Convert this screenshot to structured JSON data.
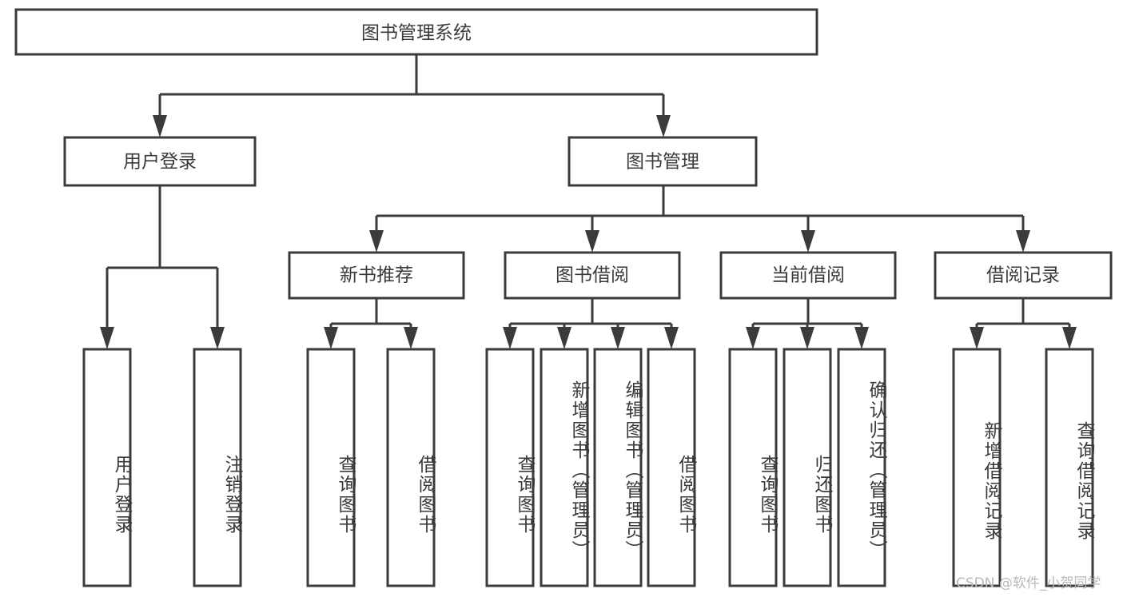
{
  "diagram": {
    "title": "图书管理系统",
    "type": "hierarchy-tree",
    "orientation": "top-down",
    "colors": {
      "box_stroke": "#3b3b3b",
      "box_fill": "#ffffff",
      "line": "#3b3b3b",
      "text": "#3a3a3a",
      "watermark": "#b9b9b9",
      "background": "#ffffff"
    },
    "levels": [
      {
        "level": 1,
        "nodes": [
          {
            "id": "root",
            "label": "图书管理系统",
            "text_direction": "horizontal"
          }
        ]
      },
      {
        "level": 2,
        "nodes": [
          {
            "id": "user-login",
            "label": "用户登录",
            "text_direction": "horizontal",
            "parent": "root"
          },
          {
            "id": "book-manage",
            "label": "图书管理",
            "text_direction": "horizontal",
            "parent": "root"
          }
        ]
      },
      {
        "level": 3,
        "nodes": [
          {
            "id": "new-book-rec",
            "label": "新书推荐",
            "text_direction": "horizontal",
            "parent": "book-manage"
          },
          {
            "id": "book-borrow",
            "label": "图书借阅",
            "text_direction": "horizontal",
            "parent": "book-manage"
          },
          {
            "id": "current-borrow",
            "label": "当前借阅",
            "text_direction": "horizontal",
            "parent": "book-manage"
          },
          {
            "id": "borrow-record",
            "label": "借阅记录",
            "text_direction": "horizontal",
            "parent": "book-manage"
          }
        ]
      },
      {
        "level": 4,
        "nodes": [
          {
            "id": "leaf-user-login",
            "label": "用户登录",
            "text_direction": "vertical",
            "parent": "user-login"
          },
          {
            "id": "leaf-user-logout",
            "label": "注销登录",
            "text_direction": "vertical",
            "parent": "user-login"
          },
          {
            "id": "leaf-query-book-1",
            "label": "查询图书",
            "text_direction": "vertical",
            "parent": "new-book-rec"
          },
          {
            "id": "leaf-borrow-book-1",
            "label": "借阅图书",
            "text_direction": "vertical",
            "parent": "new-book-rec"
          },
          {
            "id": "leaf-query-book-2",
            "label": "查询图书",
            "text_direction": "vertical",
            "parent": "book-borrow"
          },
          {
            "id": "leaf-add-book",
            "label": "新增图书（管理员）",
            "text_direction": "vertical",
            "parent": "book-borrow"
          },
          {
            "id": "leaf-edit-book",
            "label": "编辑图书（管理员）",
            "text_direction": "vertical",
            "parent": "book-borrow"
          },
          {
            "id": "leaf-borrow-book-2",
            "label": "借阅图书",
            "text_direction": "vertical",
            "parent": "book-borrow"
          },
          {
            "id": "leaf-query-book-3",
            "label": "查询图书",
            "text_direction": "vertical",
            "parent": "current-borrow"
          },
          {
            "id": "leaf-return-book",
            "label": "归还图书",
            "text_direction": "vertical",
            "parent": "current-borrow"
          },
          {
            "id": "leaf-confirm-return",
            "label": "确认归还（管理员）",
            "text_direction": "vertical",
            "parent": "current-borrow"
          },
          {
            "id": "leaf-add-record",
            "label": "新增借阅记录",
            "text_direction": "vertical",
            "parent": "borrow-record"
          },
          {
            "id": "leaf-query-record",
            "label": "查询借阅记录",
            "text_direction": "vertical",
            "parent": "borrow-record"
          }
        ]
      }
    ]
  },
  "watermark": {
    "text": "CSDN @软件_小贺同学"
  }
}
